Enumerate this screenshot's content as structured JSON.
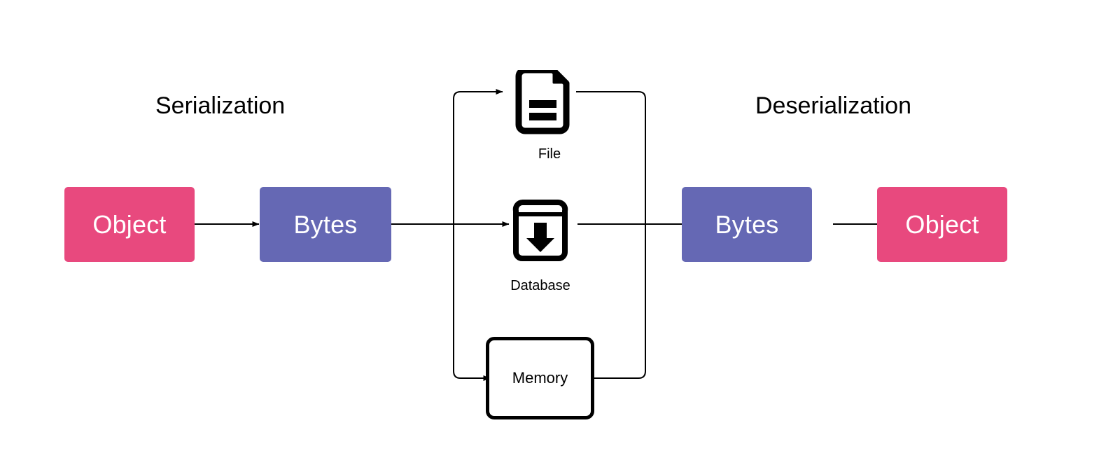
{
  "diagram": {
    "title_left": "Serialization",
    "title_right": "Deserialization",
    "background": "#ffffff",
    "colors": {
      "object_fill": "#e8497e",
      "bytes_fill": "#6568b4",
      "stroke": "#000000",
      "box_text": "#ffffff",
      "label_text": "#000000"
    },
    "nodes": {
      "object_left": {
        "label": "Object",
        "fill": "#e8497e"
      },
      "bytes_left": {
        "label": "Bytes",
        "fill": "#6568b4"
      },
      "bytes_right": {
        "label": "Bytes",
        "fill": "#6568b4"
      },
      "object_right": {
        "label": "Object",
        "fill": "#e8497e"
      }
    },
    "media": [
      {
        "id": "file",
        "caption": "File",
        "icon": "file-document-icon"
      },
      {
        "id": "database",
        "caption": "Database",
        "icon": "database-archive-download-icon"
      },
      {
        "id": "memory",
        "caption": "Memory",
        "icon": "memory-box-shape"
      }
    ],
    "flow": [
      "Object",
      "Bytes",
      "File / Database / Memory",
      "Bytes",
      "Object"
    ]
  }
}
